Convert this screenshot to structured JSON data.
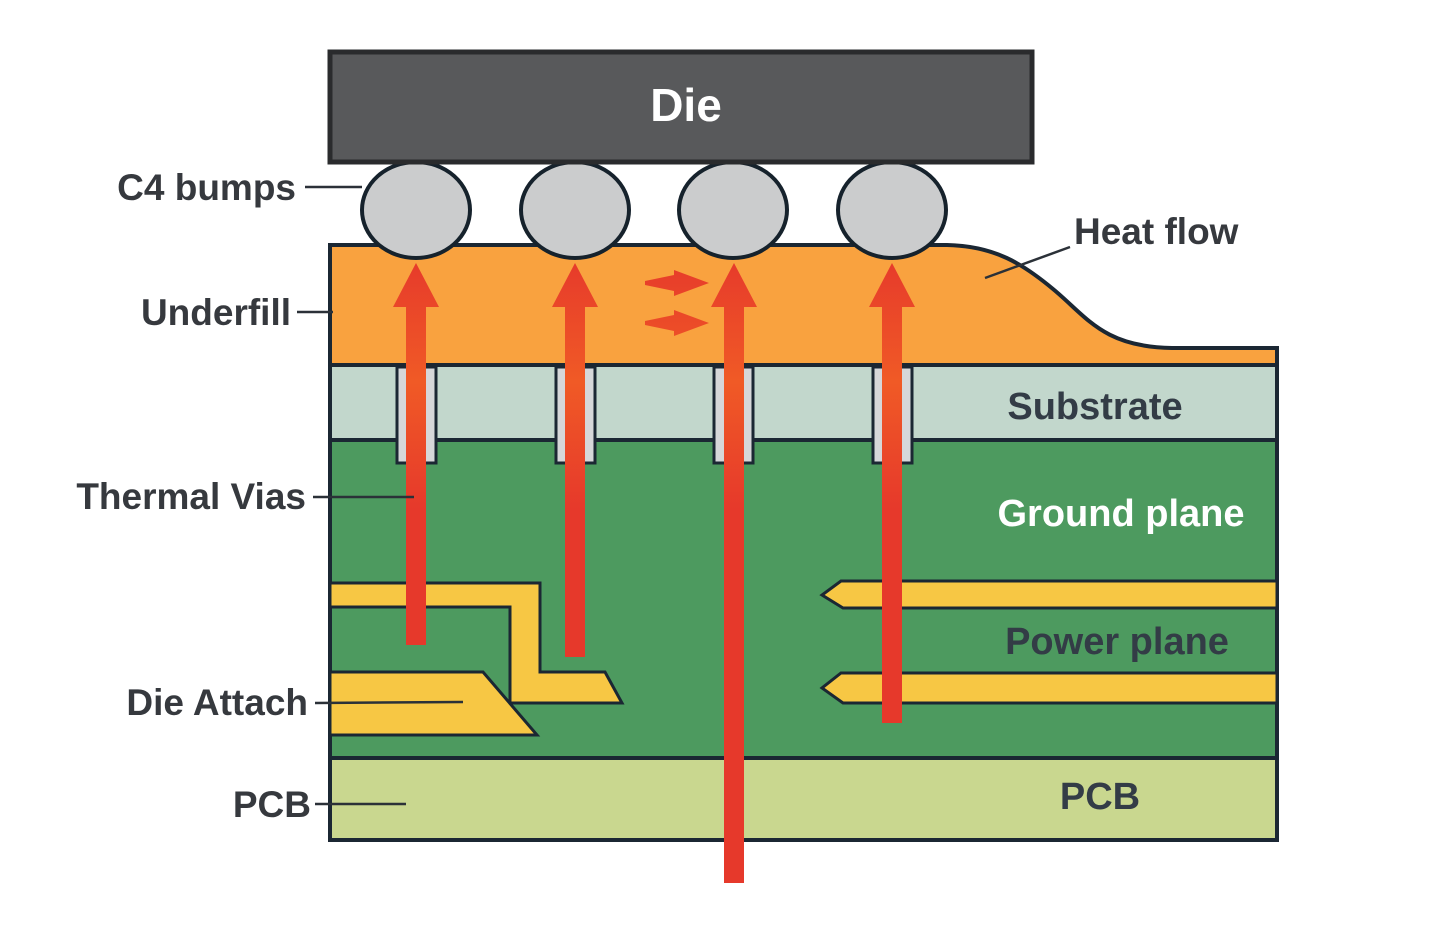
{
  "labels": {
    "c4_bumps": "C4 bumps",
    "underfill": "Underfill",
    "thermal_vias": "Thermal Vias",
    "die_attach": "Die Attach",
    "pcb": "PCB",
    "heat_flow": "Heat flow"
  },
  "layers": {
    "die": "Die",
    "substrate": "Substrate",
    "ground_plane": "Ground plane",
    "power_plane": "Power plane",
    "pcb": "PCB"
  },
  "colors": {
    "background": "#ffffff",
    "die_fill": "#58595b",
    "bump_fill": "#cbcccd",
    "underfill_fill": "#f9a23f",
    "substrate_fill": "#c2d7cc",
    "ground_fill": "#4d9a5f",
    "trace_fill": "#f7c744",
    "via_fill": "#d6d7d9",
    "pcb_fill": "#c9d78f",
    "arrow_red": "#e6392b",
    "arrow_orange": "#f05a26"
  }
}
